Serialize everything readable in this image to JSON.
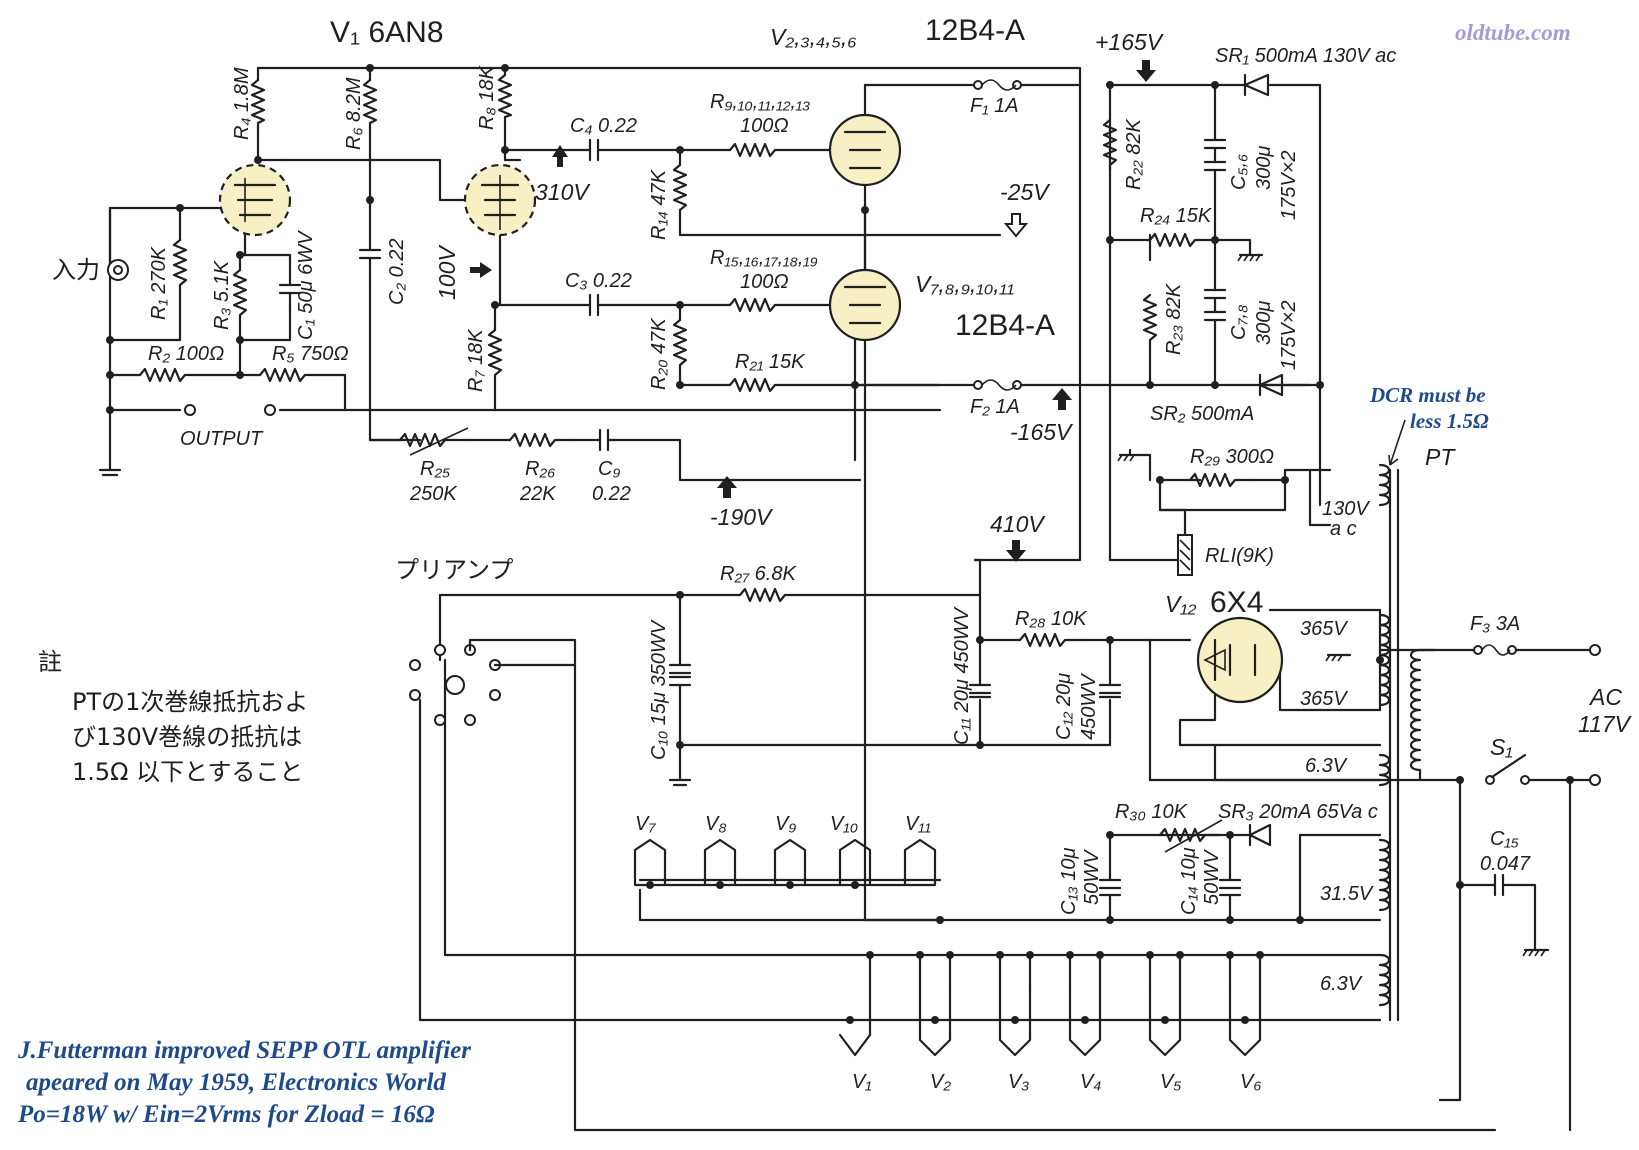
{
  "watermark": "oldtube.com",
  "tubes": {
    "v1": "V₁  6AN8",
    "v2_6": "V₂,₃,₄,₅,₆",
    "v2_6_type": "12B4-A",
    "v7_11": "V₇,₈,₉,₁₀,₁₁",
    "v7_11_type": "12B4-A",
    "v12": "V₁₂",
    "v12_type": "6X4"
  },
  "resistors": {
    "r1": "R₁ 270K",
    "r2": "R₂ 100Ω",
    "r3": "R₃ 5.1K",
    "r4": "R₄ 1.8M",
    "r5": "R₅ 750Ω",
    "r6": "R₆ 8.2M",
    "r7": "R₇ 18K",
    "r8": "R₈ 18K",
    "r9_13": "R₉,₁₀,₁₁,₁₂,₁₃",
    "r9_13_val": "100Ω",
    "r14": "R₁₄ 47K",
    "r15_19": "R₁₅,₁₆,₁₇,₁₈,₁₉",
    "r15_19_val": "100Ω",
    "r20": "R₂₀ 47K",
    "r21": "R₂₁ 15K",
    "r22": "R₂₂ 82K",
    "r23": "R₂₃ 82K",
    "r24": "R₂₄ 15K",
    "r25": "R₂₅",
    "r25_val": "250K",
    "r26": "R₂₆",
    "r26_val": "22K",
    "r27": "R₂₇ 6.8K",
    "r28": "R₂₈ 10K",
    "r29": "R₂₉ 300Ω",
    "r30": "R₃₀ 10K"
  },
  "capacitors": {
    "c1": "C₁ 50μ 6WV",
    "c2": "C₂ 0.22",
    "c3": "C₃ 0.22",
    "c4": "C₄ 0.22",
    "c56": "C₅,₆",
    "c56_val": "300μ",
    "c56_v": "175V×2",
    "c78": "C₇,₈",
    "c78_val": "300μ",
    "c78_v": "175V×2",
    "c9": "C₉",
    "c9_val": "0.22",
    "c10": "C₁₀ 15μ 350WV",
    "c11": "C₁₁ 20μ 450WV",
    "c12": "C₁₂ 20μ",
    "c12_v": "450WV",
    "c13": "C₁₃ 10μ",
    "c13_v": "50WV",
    "c14": "C₁₄ 10μ",
    "c14_v": "50WV",
    "c15": "C₁₅",
    "c15_val": "0.047"
  },
  "rectifiers": {
    "sr1": "SR₁ 500mA 130V ac",
    "sr2": "SR₂ 500mA",
    "sr3": "SR₃ 20mA 65Va c"
  },
  "fuses": {
    "f1": "F₁ 1A",
    "f2": "F₂ 1A",
    "f3": "F₃ 3A"
  },
  "voltages": {
    "v310": "310V",
    "v100": "100V",
    "vp165": "+165V",
    "vm25": "-25V",
    "vm165": "-165V",
    "vm190": "-190V",
    "v410": "410V"
  },
  "transformer": {
    "pt": "PT",
    "w130": "130V",
    "w130b": "a c",
    "w365a": "365V",
    "w365b": "365V",
    "w63a": "6.3V",
    "w315": "31.5V",
    "w63b": "6.3V",
    "ac_in": "AC",
    "ac_in_v": "117V",
    "s1": "S₁"
  },
  "relay": "RLI(9K)",
  "labels": {
    "input": "入力",
    "output": "OUTPUT",
    "preamp": "プリアンプ"
  },
  "heaters_a": [
    "V₇",
    "V₈",
    "V₉",
    "V₁₀",
    "V₁₁"
  ],
  "heaters_b": [
    "V₁",
    "V₂",
    "V₃",
    "V₄",
    "V₅",
    "V₆"
  ],
  "note": {
    "title": "註",
    "line1": "PTの1次巻線抵抗およ",
    "line2": "び130V巻線の抵抗は",
    "line3": "1.5Ω 以下とすること"
  },
  "dcr_note": {
    "line1": "DCR must be",
    "line2": "less 1.5Ω"
  },
  "caption": {
    "line1": "J.Futterman improved SEPP OTL amplifier",
    "line2": "apeared on May 1959, Electronics World",
    "line3": "Po=18W w/ Ein=2Vrms for  Zload = 16Ω"
  }
}
